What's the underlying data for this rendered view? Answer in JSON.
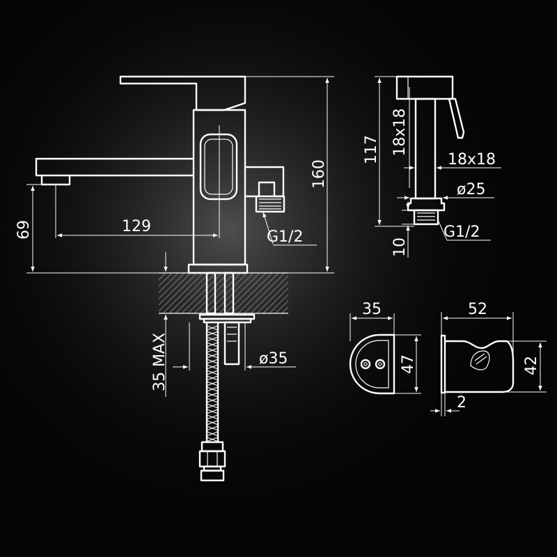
{
  "colors": {
    "background": "#050505",
    "line": "#ffffff",
    "glow": "#8a8a8a",
    "hatch": "#7a7a7a"
  },
  "dimensions": {
    "faucet_height": "160",
    "spout_height": "69",
    "spout_reach": "129",
    "hose_thread": "G1/2",
    "mount_depth": "35 MAX",
    "mount_hole": "ø35",
    "sprayer_length": "117",
    "sprayer_handle": "18x18",
    "sprayer_body": "18x18",
    "sprayer_base": "ø25",
    "sprayer_thread_len": "10",
    "sprayer_thread": "G1/2",
    "holder_front_width": "35",
    "holder_front_height": "47",
    "holder_side_width": "52",
    "holder_side_height": "42",
    "holder_plate": "2"
  }
}
